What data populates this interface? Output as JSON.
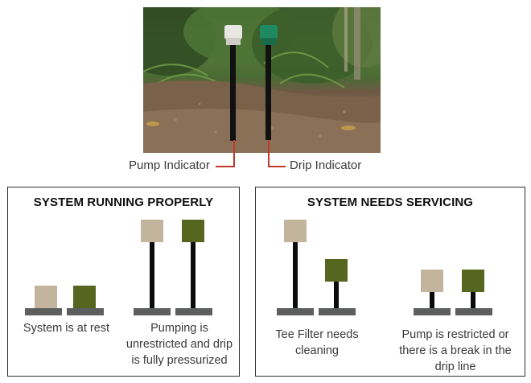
{
  "callouts": {
    "pump_label": "Pump Indicator",
    "drip_label": "Drip Indicator"
  },
  "panels": [
    {
      "title": "SYSTEM RUNNING PROPERLY",
      "states": [
        {
          "caption": "System is at rest",
          "pump_level": 0,
          "drip_level": 0
        },
        {
          "caption": "Pumping is unrestricted and drip is fully pressurized",
          "pump_level": 1,
          "drip_level": 1
        }
      ]
    },
    {
      "title": "SYSTEM NEEDS SERVICING",
      "states": [
        {
          "caption": "Tee Filter needs cleaning",
          "pump_level": 1,
          "drip_level": 0.4
        },
        {
          "caption": "Pump is restricted or there is a break in the drip line",
          "pump_level": 0.25,
          "drip_level": 0.25
        }
      ]
    }
  ],
  "colors": {
    "pump_cap": "#c2b49d",
    "drip_cap": "#56661f",
    "stem": "#0c0c0c",
    "base": "#5d5f5e",
    "leader": "#c0392b"
  }
}
